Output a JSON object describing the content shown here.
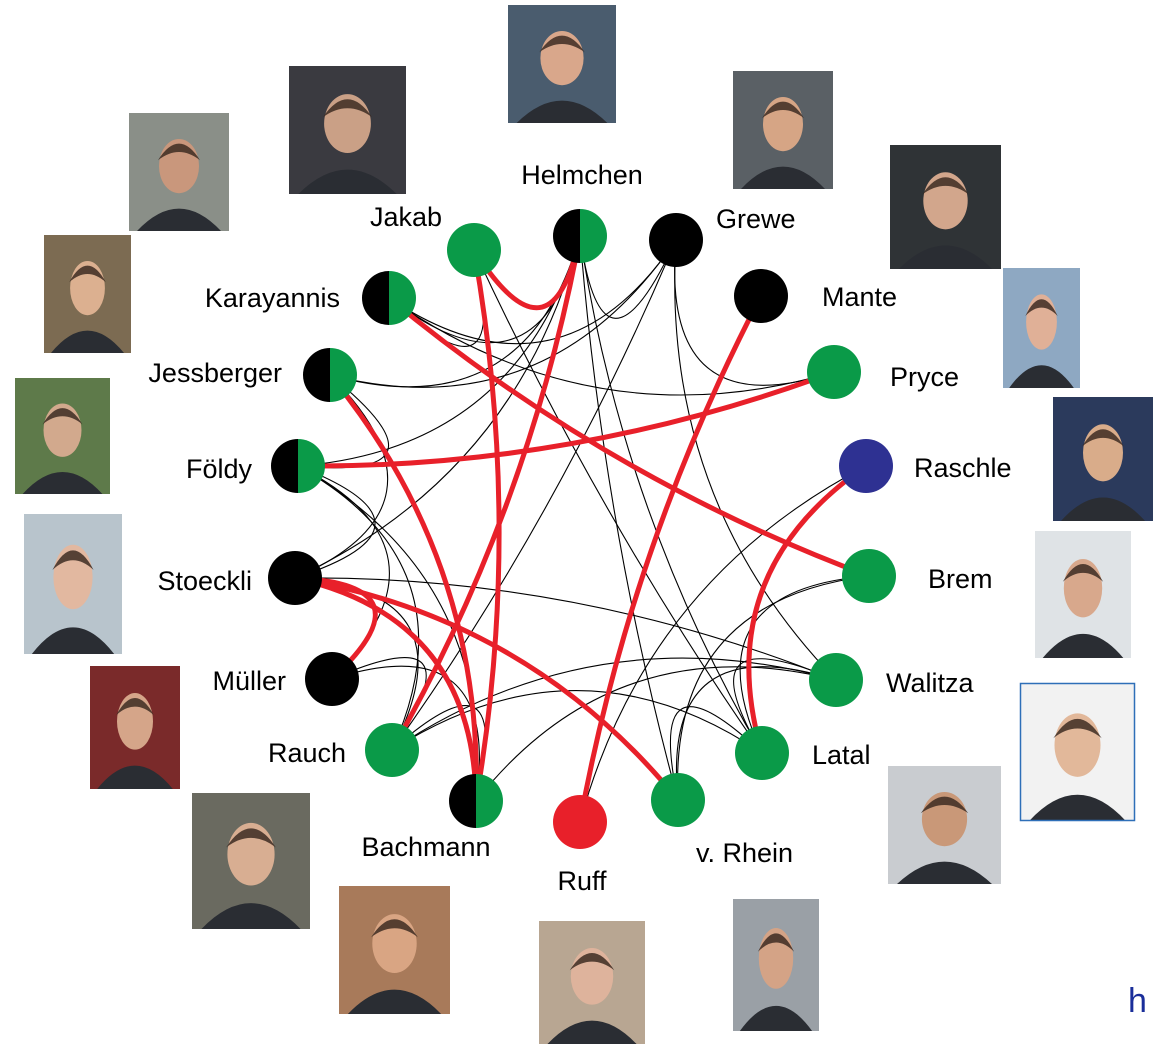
{
  "colors": {
    "background": "#ffffff",
    "green": "#0a9a48",
    "black": "#000000",
    "red": "#e8202a",
    "blue": "#2e3192",
    "edge_thin": "#000000",
    "edge_thick": "#e8202a",
    "photo_frame_highlight": "#2e6fb8",
    "corner_text": "#1a2e9a"
  },
  "nodes": [
    {
      "id": "helmchen",
      "label": "Helmchen",
      "color": "half"
    },
    {
      "id": "grewe",
      "label": "Grewe",
      "color": "black"
    },
    {
      "id": "mante",
      "label": "Mante",
      "color": "black"
    },
    {
      "id": "pryce",
      "label": "Pryce",
      "color": "green"
    },
    {
      "id": "raschle",
      "label": "Raschle",
      "color": "blue"
    },
    {
      "id": "brem",
      "label": "Brem",
      "color": "green"
    },
    {
      "id": "walitza",
      "label": "Walitza",
      "color": "green"
    },
    {
      "id": "latal",
      "label": "Latal",
      "color": "green"
    },
    {
      "id": "vrhein",
      "label": "v. Rhein",
      "color": "green"
    },
    {
      "id": "ruff",
      "label": "Ruff",
      "color": "red"
    },
    {
      "id": "bachmann",
      "label": "Bachmann",
      "color": "half"
    },
    {
      "id": "rauch",
      "label": "Rauch",
      "color": "green"
    },
    {
      "id": "muller",
      "label": "Müller",
      "color": "black"
    },
    {
      "id": "stoeckli",
      "label": "Stoeckli",
      "color": "black"
    },
    {
      "id": "foldy",
      "label": "Földy",
      "color": "half"
    },
    {
      "id": "jessberger",
      "label": "Jessberger",
      "color": "half"
    },
    {
      "id": "karayannis",
      "label": "Karayannis",
      "color": "half"
    },
    {
      "id": "jakab",
      "label": "Jakab",
      "color": "green"
    }
  ],
  "edges_thick": [
    [
      "helmchen",
      "jakab"
    ],
    [
      "helmchen",
      "rauch"
    ],
    [
      "jakab",
      "bachmann"
    ],
    [
      "mante",
      "ruff"
    ],
    [
      "pryce",
      "foldy"
    ],
    [
      "raschle",
      "latal"
    ],
    [
      "brem",
      "karayannis"
    ],
    [
      "jessberger",
      "bachmann"
    ],
    [
      "stoeckli",
      "muller"
    ],
    [
      "stoeckli",
      "bachmann"
    ],
    [
      "stoeckli",
      "vrhein"
    ]
  ],
  "edges_thin": [
    [
      "helmchen",
      "karayannis"
    ],
    [
      "helmchen",
      "jessberger"
    ],
    [
      "helmchen",
      "stoeckli"
    ],
    [
      "helmchen",
      "latal"
    ],
    [
      "helmchen",
      "vrhein"
    ],
    [
      "helmchen",
      "foldy"
    ],
    [
      "grewe",
      "karayannis"
    ],
    [
      "grewe",
      "jessberger"
    ],
    [
      "grewe",
      "pryce"
    ],
    [
      "grewe",
      "walitza"
    ],
    [
      "grewe",
      "rauch"
    ],
    [
      "grewe",
      "helmchen"
    ],
    [
      "karayannis",
      "pryce"
    ],
    [
      "jakab",
      "latal"
    ],
    [
      "jakab",
      "karayannis"
    ],
    [
      "foldy",
      "stoeckli"
    ],
    [
      "foldy",
      "muller"
    ],
    [
      "foldy",
      "bachmann"
    ],
    [
      "foldy",
      "rauch"
    ],
    [
      "foldy",
      "jessberger"
    ],
    [
      "jessberger",
      "stoeckli"
    ],
    [
      "stoeckli",
      "walitza"
    ],
    [
      "stoeckli",
      "rauch"
    ],
    [
      "muller",
      "bachmann"
    ],
    [
      "muller",
      "rauch"
    ],
    [
      "rauch",
      "walitza"
    ],
    [
      "rauch",
      "bachmann"
    ],
    [
      "rauch",
      "latal"
    ],
    [
      "bachmann",
      "walitza"
    ],
    [
      "ruff",
      "raschle"
    ],
    [
      "latal",
      "walitza"
    ],
    [
      "vrhein",
      "walitza"
    ],
    [
      "vrhein",
      "brem"
    ],
    [
      "latal",
      "brem"
    ],
    [
      "vrhein",
      "latal"
    ]
  ],
  "corner_text": "h"
}
